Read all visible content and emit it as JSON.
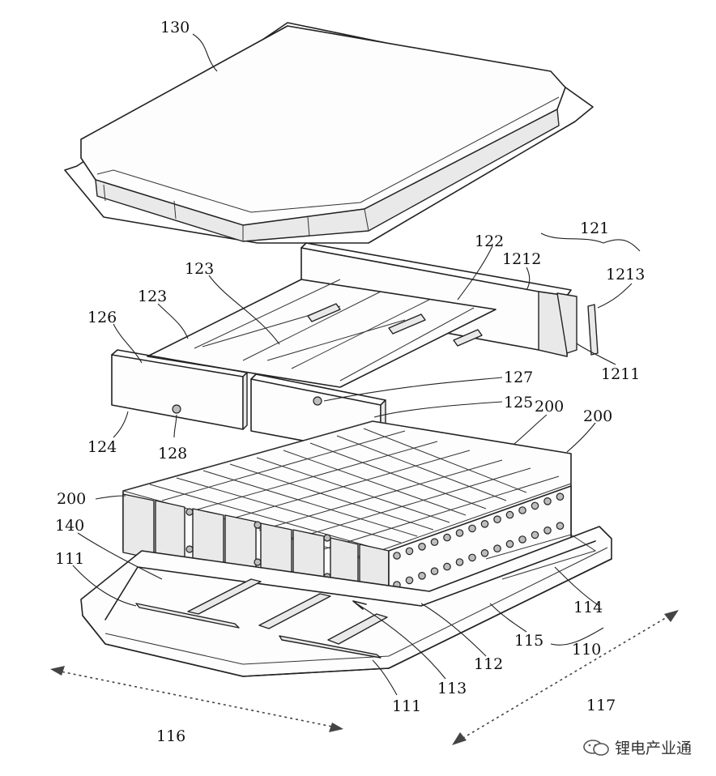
{
  "labels": {
    "l130": "130",
    "l121": "121",
    "l122": "122",
    "l1212": "1212",
    "l1213": "1213",
    "l123a": "123",
    "l123b": "123",
    "l126": "126",
    "l127": "127",
    "l125": "125",
    "l1211": "1211",
    "l124": "124",
    "l128": "128",
    "l200a": "200",
    "l200b": "200",
    "l200c": "200",
    "l140": "140",
    "l111a": "111",
    "l111b": "111",
    "l114": "114",
    "l115": "115",
    "l110": "110",
    "l112": "112",
    "l113": "113",
    "l116": "116",
    "l117": "117"
  },
  "watermark": {
    "text": "锂电产业通",
    "icon": "wechat-icon"
  }
}
